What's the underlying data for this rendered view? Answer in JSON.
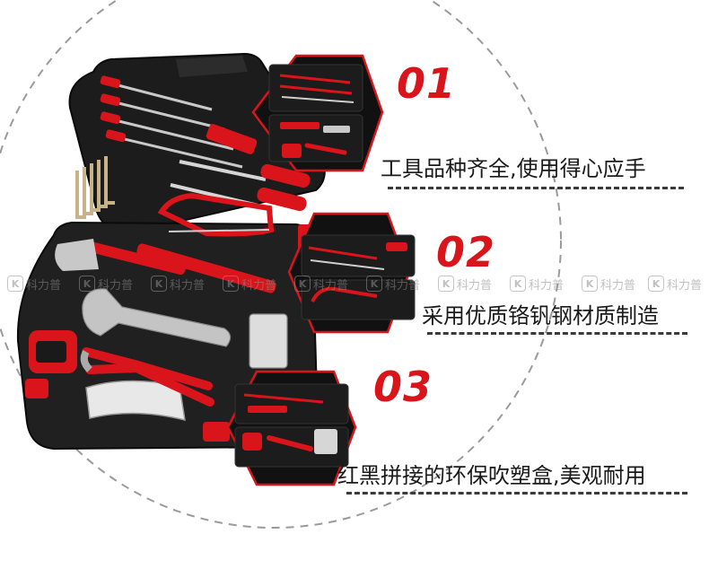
{
  "features": [
    {
      "number": "01",
      "text": "工具品种齐全,使用得心应手"
    },
    {
      "number": "02",
      "text": "采用优质铬钒钢材质制造"
    },
    {
      "number": "03",
      "text": "红黑拼接的环保吹塑盒,美观耐用"
    }
  ],
  "watermark": {
    "label": "科力普",
    "logo_glyph": "K"
  },
  "colors": {
    "accent": "#d9141b",
    "case": "#1e1e1e",
    "text": "#1a1a1a"
  }
}
